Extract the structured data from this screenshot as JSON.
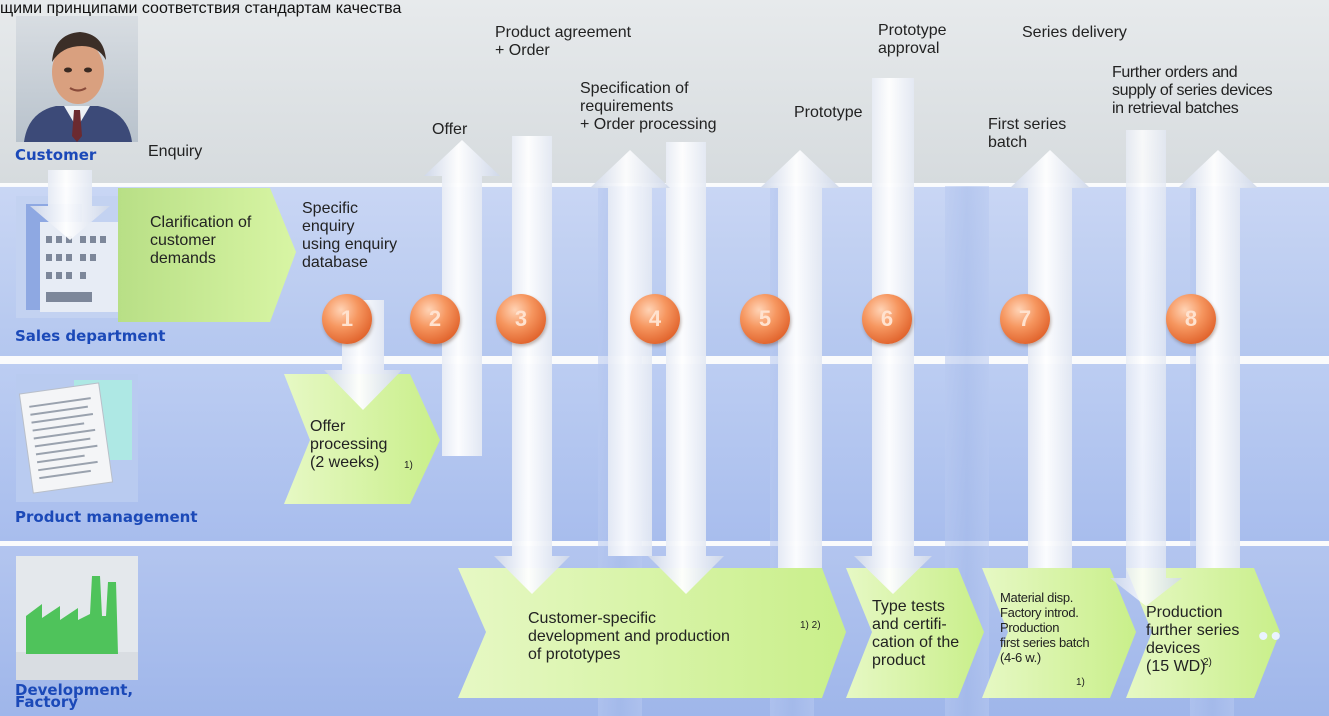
{
  "header_caption": "щими принципами соответствия стандартам качества",
  "roles": {
    "customer": "Customer",
    "sales": "Sales department",
    "product_management": "Product management",
    "development": "Development,\nFactory"
  },
  "labels": {
    "enquiry": "Enquiry",
    "offer": "Offer",
    "product_agreement": "Product agreement\n+ Order",
    "specification": "Specification of\nrequirements\n+ Order processing",
    "prototype": "Prototype",
    "prototype_approval": "Prototype\napproval",
    "first_series_batch": "First series\nbatch",
    "series_delivery": "Series delivery",
    "further_orders": "Further orders and\nsupply of series devices\nin retrieval batches"
  },
  "tasks": {
    "clarification": "Clarification of\ncustomer\ndemands",
    "specific_enquiry": "Specific\nenquiry\nusing enquiry\ndatabase",
    "offer_processing": "Offer\nprocessing\n(2 weeks)",
    "offer_processing_note": "1)",
    "customer_specific": "Customer-specific\ndevelopment and production\nof prototypes",
    "customer_specific_note": "1) 2)",
    "type_tests": "Type tests\nand certifi-\ncation of the\nproduct",
    "material": "Material disp.\nFactory introd.\nProduction\nfirst series batch\n(4-6 w.)",
    "material_note": "1)",
    "production_further": "Production\nfurther series\ndevices\n(15 WD)",
    "production_further_note": "2)"
  },
  "steps": [
    "1",
    "2",
    "3",
    "4",
    "5",
    "6",
    "7",
    "8"
  ],
  "colors": {
    "role_label": "#1b49b8",
    "step_circle": "#e9733c",
    "arrow_fill": "#ffffff",
    "task_fill": "#d9f5a8"
  }
}
